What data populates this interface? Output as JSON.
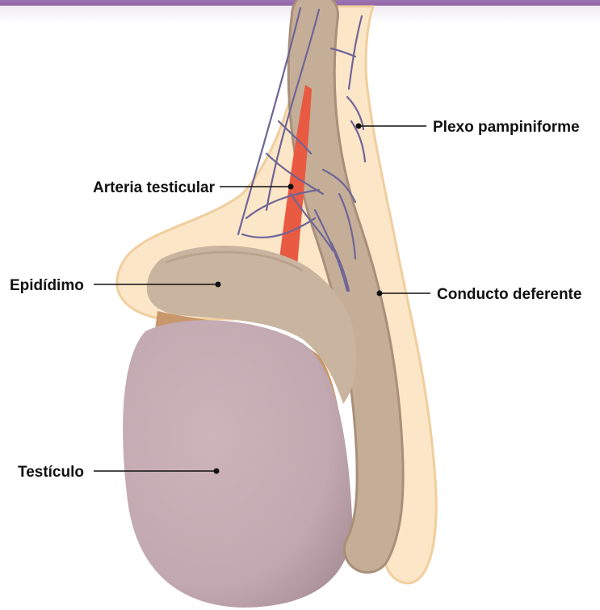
{
  "colors": {
    "top_band": "#9E74B4",
    "cord_sheath": "#FBE6C8",
    "cord_sheath_edge": "#F1CE9E",
    "vas_deferens": "#C4AE98",
    "epididymis": "#C9B59F",
    "epididymis_rim": "#C8986C",
    "testicle": "#C5ABB3",
    "artery": "#E95A43",
    "veins": "#6F6596",
    "leader_line": "#111111"
  },
  "labels": {
    "pampiniform": "Plexo pampiniforme",
    "artery": "Arteria testicular",
    "epididymis": "Epidídimo",
    "vas_deferens": "Conducto deferente",
    "testicle": "Testículo"
  }
}
